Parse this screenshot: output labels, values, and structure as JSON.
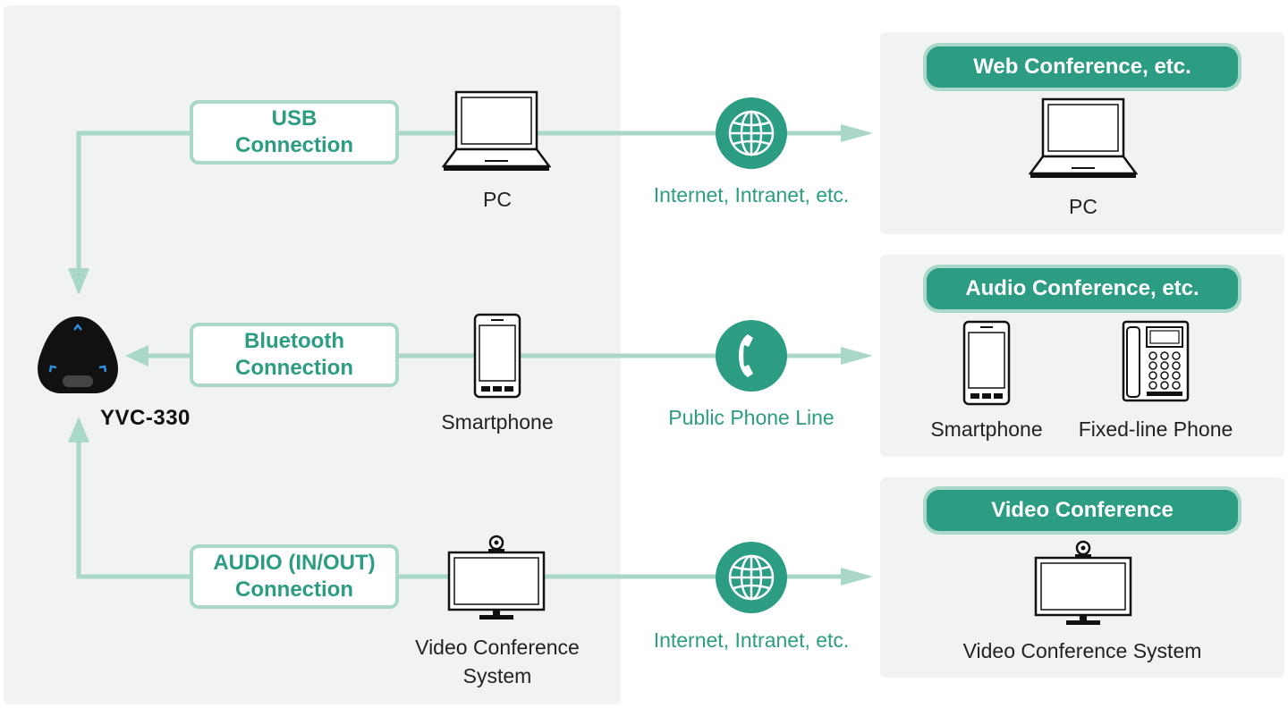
{
  "device": {
    "name": "YVC-330"
  },
  "connections": [
    {
      "line1": "USB",
      "line2": "Connection"
    },
    {
      "line1": "Bluetooth",
      "line2": "Connection"
    },
    {
      "line1": "AUDIO (IN/OUT)",
      "line2": "Connection"
    }
  ],
  "local_devices": [
    {
      "label": "PC"
    },
    {
      "label": "Smartphone"
    },
    {
      "line1": "Video Conference",
      "line2": "System"
    }
  ],
  "networks": [
    {
      "label": "Internet, Intranet, etc.",
      "icon": "globe-icon"
    },
    {
      "label": "Public Phone Line",
      "icon": "phone-handset-icon"
    },
    {
      "label": "Internet, Intranet, etc.",
      "icon": "globe-icon"
    }
  ],
  "destinations": [
    {
      "title": "Web Conference, etc.",
      "devices": [
        "PC"
      ]
    },
    {
      "title": "Audio Conference, etc.",
      "devices": [
        "Smartphone",
        "Fixed-line Phone"
      ]
    },
    {
      "title": "Video Conference",
      "devices": [
        "Video Conference System"
      ]
    }
  ],
  "colors": {
    "accent": "#2c9c82",
    "line": "#a9d8c8",
    "panel": "#f1f3f2",
    "device": "#111111"
  }
}
